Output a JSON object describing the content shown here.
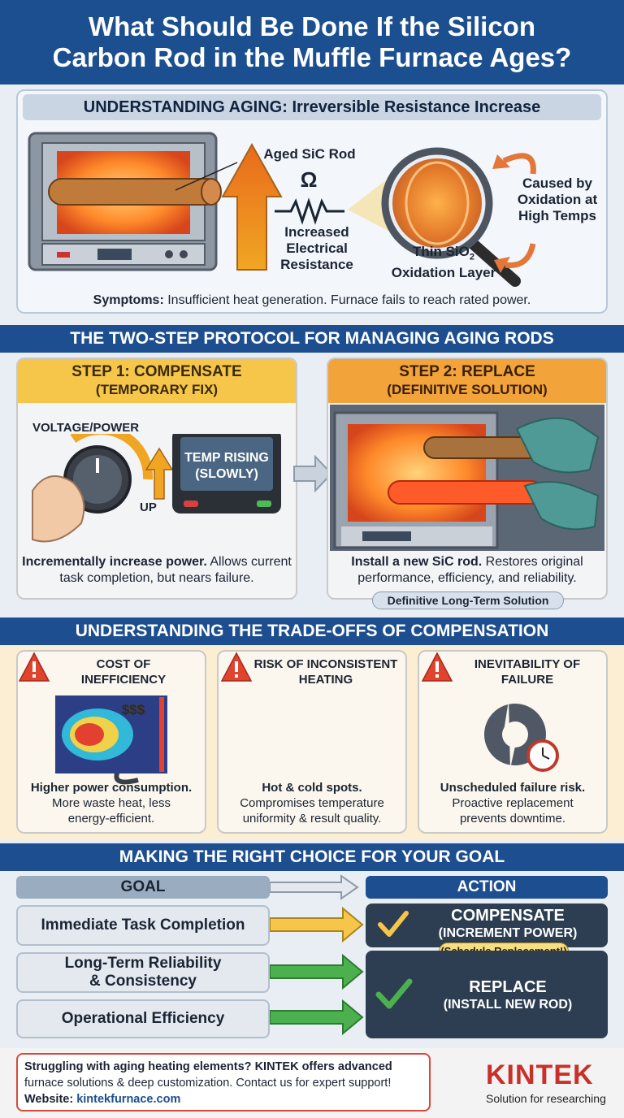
{
  "title": {
    "line1": "What Should Be Done If the Silicon",
    "line2": "Carbon Rod in the Muffle Furnace Ages?"
  },
  "aging": {
    "heading": "UNDERSTANDING AGING: Irreversible Resistance Increase",
    "rod_label": "Aged SiC Rod",
    "ohm_symbol": "Ω",
    "resistance_label": [
      "Increased",
      "Electrical",
      "Resistance"
    ],
    "oxide_label_pre": "Thin SiO",
    "oxide_label_sub": "2",
    "oxide_label_post": "Oxidation Layer",
    "cause_label": [
      "Caused by",
      "Oxidation at",
      "High Temps"
    ],
    "symptoms_label": "Symptoms:",
    "symptoms_text": "Insufficient heat generation. Furnace fails to reach rated power."
  },
  "protocol": {
    "heading": "THE TWO-STEP PROTOCOL FOR MANAGING AGING RODS",
    "step1": {
      "title": "STEP 1: COMPENSATE",
      "subtitle": "(TEMPORARY FIX)",
      "knob_label": "VOLTAGE/POWER",
      "up_label": "UP",
      "screen_line1": "TEMP RISING",
      "screen_line2": "(SLOWLY)",
      "desc_bold": "Incrementally increase power.",
      "desc_rest": "Allows current task completion, but nears failure."
    },
    "step2": {
      "title": "STEP 2: REPLACE",
      "subtitle": "(DEFINITIVE SOLUTION)",
      "desc_bold": "Install a new SiC rod.",
      "desc_rest": "Restores original performance, efficiency, and reliability.",
      "badge": "Definitive Long-Term Solution"
    }
  },
  "tradeoffs": {
    "heading": "UNDERSTANDING THE TRADE-OFFS OF COMPENSATION",
    "cards": [
      {
        "title": [
          "COST OF",
          "INEFFICIENCY"
        ],
        "tag": "$$$",
        "bold": "Higher power consumption.",
        "rest": [
          "More waste heat, less",
          "energy-efficient."
        ]
      },
      {
        "title": [
          "RISK OF INCONSISTENT",
          "HEATING"
        ],
        "bold": "Hot & cold spots.",
        "rest": [
          "Compromises temperature",
          "uniformity & result quality."
        ]
      },
      {
        "title": [
          "INEVITABILITY OF",
          "FAILURE"
        ],
        "bold": "Unscheduled failure risk.",
        "rest": [
          "Proactive replacement",
          "prevents downtime."
        ]
      }
    ]
  },
  "choice": {
    "heading": "MAKING THE RIGHT CHOICE FOR YOUR GOAL",
    "goal_header": "GOAL",
    "action_header": "ACTION",
    "goals": [
      "Immediate Task Completion",
      "Long-Term Reliability\n& Consistency",
      "Operational Efficiency"
    ],
    "action1_title": "COMPENSATE",
    "action1_sub": "(INCREMENT POWER)",
    "action1_note": "(Schedule Replacement!)",
    "action2_title": "REPLACE",
    "action2_sub": "(INSTALL NEW ROD)"
  },
  "footer": {
    "line1": "Struggling with aging heating elements? KINTEK offers advanced",
    "line2": "furnace solutions & deep customization. Contact us for expert support!",
    "website_label": "Website:",
    "website_url": "kintekfurnace.com",
    "brand": "KINTEK",
    "tagline": "Solution for researching"
  },
  "colors": {
    "navy": "#1d4e8f",
    "orange": "#f2a33a",
    "yellow": "#f6c64a",
    "green": "#3aa64a",
    "dark_action": "#2d3e52"
  }
}
